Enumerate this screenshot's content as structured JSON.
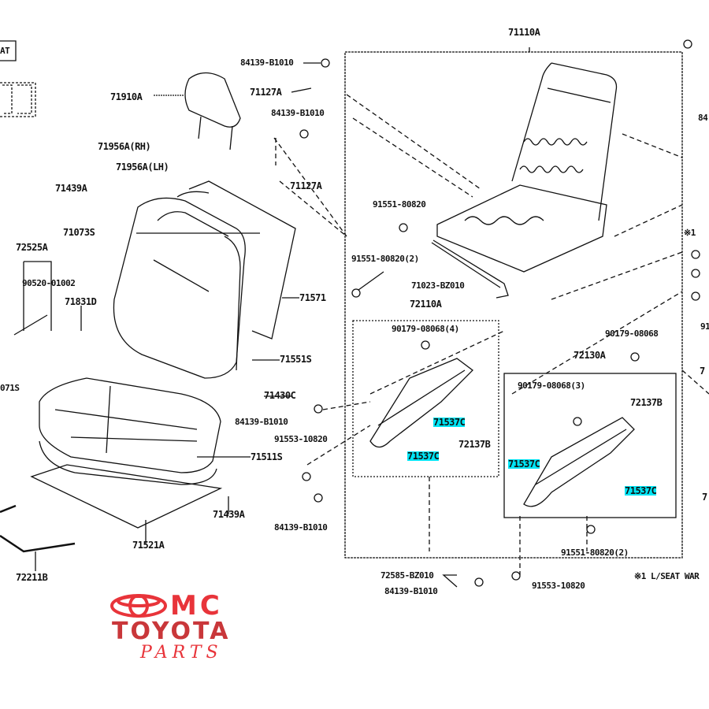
{
  "diagram": {
    "corner_label": "AT",
    "labels": {
      "l01": "84139-B1010",
      "l02": "71110A",
      "l03": "71910A",
      "l04": "71127A",
      "l05": "84139-B1010",
      "l06": "71956A(RH)",
      "l07": "71956A(LH)",
      "l08": "71127A",
      "l09": "71439A",
      "l10": "91551-80820",
      "l11": "71073S",
      "l12": "72525A",
      "l13": "91551-80820(2)",
      "l14": "90520-01002",
      "l15": "71023-BZ010",
      "l16": "71571",
      "l17": "71831D",
      "l18": "72110A",
      "l19": "90179-08068(4)",
      "l20": "90179-08068",
      "l21": "71551S",
      "l22": "72130A",
      "l23": "90179-08068(3)",
      "l24": "071S",
      "l25": "71430C",
      "l26": "72137B",
      "l27": "84139-B1010",
      "l28": "71537C",
      "l29": "91553-10820",
      "l30": "72137B",
      "l31": "71537C",
      "l32": "71537C",
      "l33": "71511S",
      "l34": "71537C",
      "l35": "71439A",
      "l36": "84139-B1010",
      "l37": "71521A",
      "l38": "91551-80820(2)",
      "l39": "72585-BZ010",
      "l40": "72211B",
      "l41": "84139-B1010",
      "l42": "91553-10820",
      "l43": "※1 L/SEAT WAR",
      "l44": "84",
      "l45": "※1",
      "l46": "91",
      "l47": "7",
      "l48": "7"
    },
    "highlight_color": "#00e5f5"
  },
  "logo": {
    "line1": "MC",
    "line2": "TOYOTA",
    "line3": "PARTS",
    "color": "#e8343a"
  }
}
